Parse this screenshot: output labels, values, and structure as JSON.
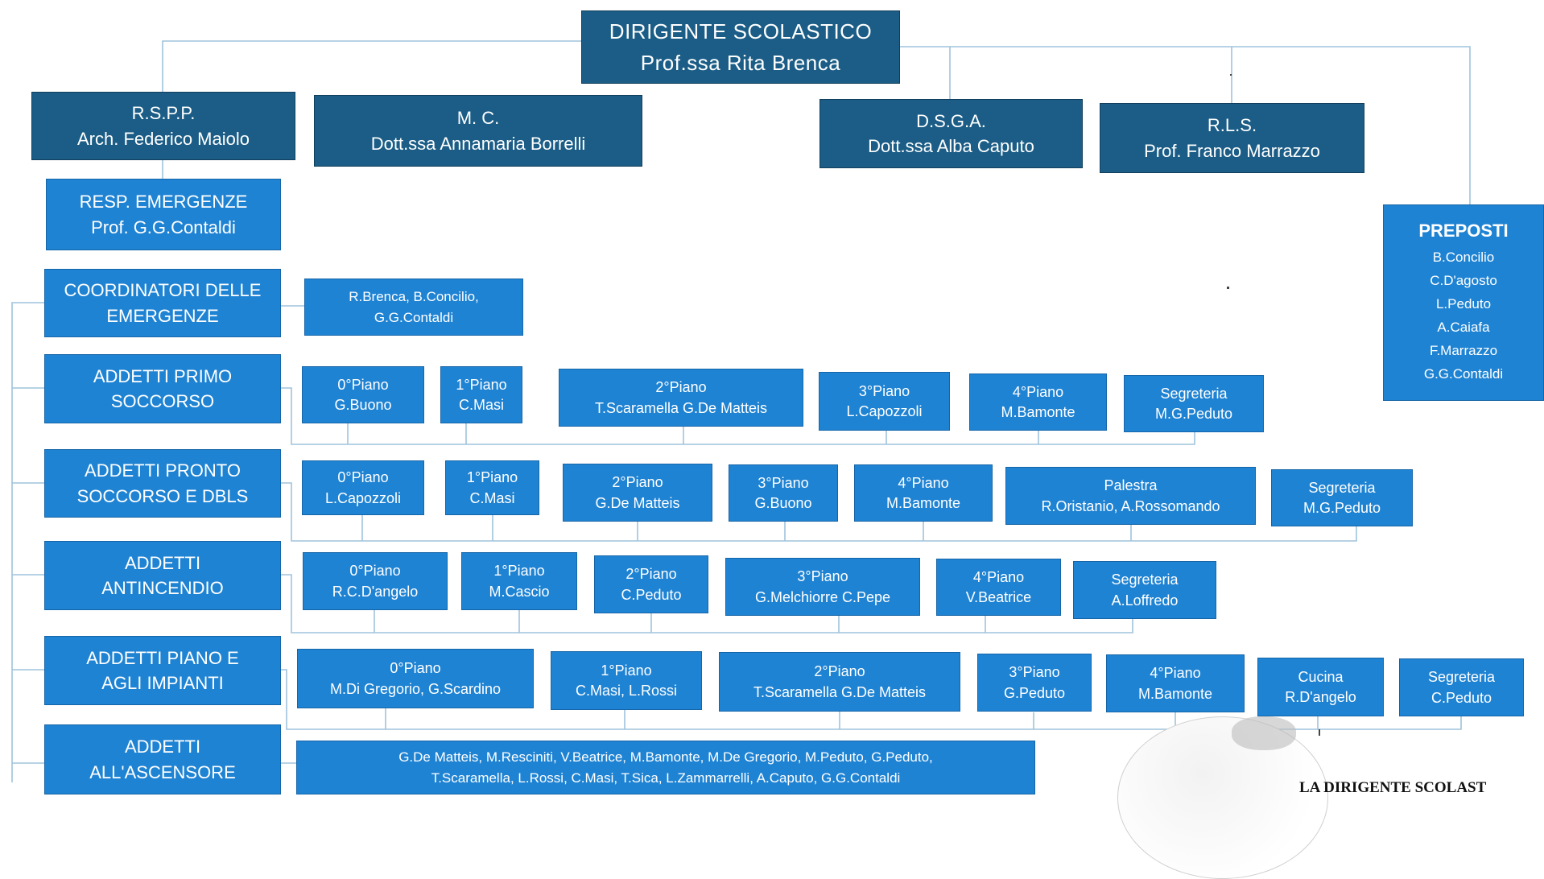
{
  "dirigente": {
    "role": "DIRIGENTE SCOLASTICO",
    "name": "Prof.ssa Rita Brenca"
  },
  "top_roles": [
    {
      "role": "R.S.P.P.",
      "name": "Arch. Federico Maiolo"
    },
    {
      "role": "M. C.",
      "name": "Dott.ssa Annamaria Borrelli"
    },
    {
      "role": "D.S.G.A.",
      "name": "Dott.ssa Alba Caputo"
    },
    {
      "role": "R.L.S.",
      "name": "Prof. Franco Marrazzo"
    }
  ],
  "resp_emergenze": {
    "role": "RESP. EMERGENZE",
    "name": "Prof. G.G.Contaldi"
  },
  "preposti": {
    "title": "PREPOSTI",
    "names": [
      "B.Concilio",
      "C.D'agosto",
      "L.Peduto",
      "A.Caiafa",
      "F.Marrazzo",
      "G.G.Contaldi"
    ]
  },
  "coordinatori": {
    "line1": "COORDINATORI DELLE",
    "line2": "EMERGENZE",
    "members_line1": "R.Brenca, B.Concilio,",
    "members_line2": "G.G.Contaldi"
  },
  "primo_soccorso": {
    "line1": "ADDETTI PRIMO",
    "line2": "SOCCORSO",
    "items": [
      {
        "place": "0°Piano",
        "names": "G.Buono"
      },
      {
        "place": "1°Piano",
        "names": "C.Masi"
      },
      {
        "place": "2°Piano",
        "names": "T.Scaramella G.De Matteis"
      },
      {
        "place": "3°Piano",
        "names": "L.Capozzoli"
      },
      {
        "place": "4°Piano",
        "names": "M.Bamonte"
      },
      {
        "place": "Segreteria",
        "names": "M.G.Peduto"
      }
    ]
  },
  "pronto_soccorso": {
    "line1": "ADDETTI PRONTO",
    "line2": "SOCCORSO E DBLS",
    "items": [
      {
        "place": "0°Piano",
        "names": "L.Capozzoli"
      },
      {
        "place": "1°Piano",
        "names": "C.Masi"
      },
      {
        "place": "2°Piano",
        "names": "G.De Matteis"
      },
      {
        "place": "3°Piano",
        "names": "G.Buono"
      },
      {
        "place": "4°Piano",
        "names": "M.Bamonte"
      },
      {
        "place": "Palestra",
        "names": "R.Oristanio, A.Rossomando"
      },
      {
        "place": "Segreteria",
        "names": "M.G.Peduto"
      }
    ]
  },
  "antincendio": {
    "line1": "ADDETTI",
    "line2": "ANTINCENDIO",
    "items": [
      {
        "place": "0°Piano",
        "names": "R.C.D'angelo"
      },
      {
        "place": "1°Piano",
        "names": "M.Cascio"
      },
      {
        "place": "2°Piano",
        "names": "C.Peduto"
      },
      {
        "place": "3°Piano",
        "names": "G.Melchiorre C.Pepe"
      },
      {
        "place": "4°Piano",
        "names": "V.Beatrice"
      },
      {
        "place": "Segreteria",
        "names": "A.Loffredo"
      }
    ]
  },
  "piano_impianti": {
    "line1": "ADDETTI PIANO E",
    "line2": "AGLI IMPIANTI",
    "items": [
      {
        "place": "0°Piano",
        "names": "M.Di Gregorio, G.Scardino"
      },
      {
        "place": "1°Piano",
        "names": "C.Masi, L.Rossi"
      },
      {
        "place": "2°Piano",
        "names": "T.Scaramella G.De Matteis"
      },
      {
        "place": "3°Piano",
        "names": "G.Peduto"
      },
      {
        "place": "4°Piano",
        "names": "M.Bamonte"
      },
      {
        "place": "Cucina",
        "names": "R.D'angelo"
      },
      {
        "place": "Segreteria",
        "names": "C.Peduto"
      }
    ]
  },
  "ascensore": {
    "line1": "ADDETTI",
    "line2": "ALL'ASCENSORE",
    "members_line1": "G.De Matteis, M.Resciniti, V.Beatrice, M.Bamonte, M.De Gregorio, M.Peduto, G.Peduto,",
    "members_line2": "T.Scaramella, L.Rossi, C.Masi, T.Sica, L.Zammarrelli, A.Caputo, G.G.Contaldi"
  },
  "signature": "LA DIRIGENTE SCOLAST",
  "colors": {
    "dark_box": "#1b5d86",
    "light_box": "#1f83d3",
    "connector": "#9fc3dc"
  }
}
